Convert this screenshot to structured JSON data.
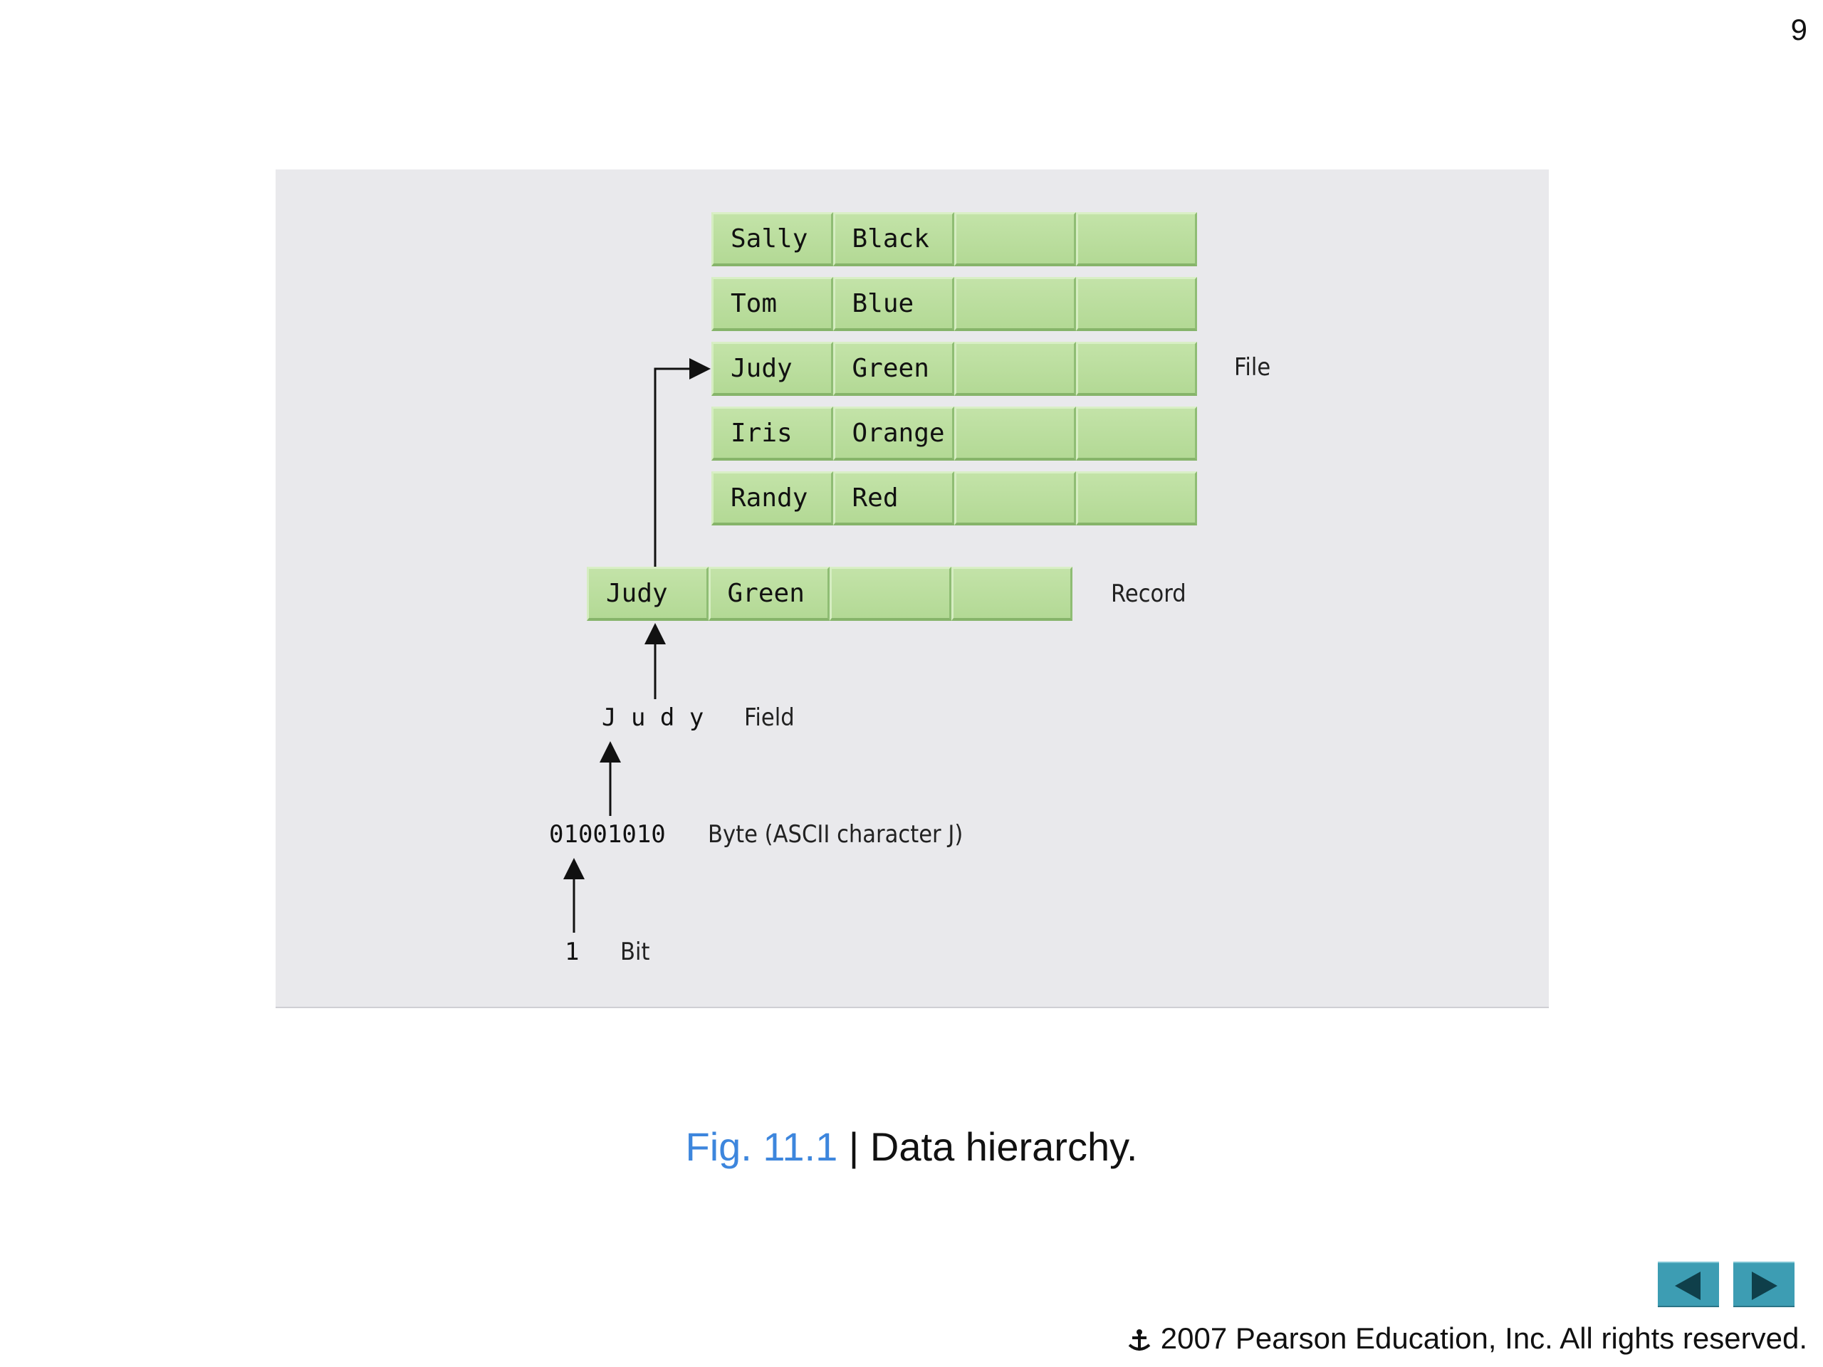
{
  "page_number": "9",
  "file_records": [
    {
      "first": "Sally",
      "last": "Black"
    },
    {
      "first": "Tom",
      "last": "Blue"
    },
    {
      "first": "Judy",
      "last": "Green"
    },
    {
      "first": "Iris",
      "last": "Orange"
    },
    {
      "first": "Randy",
      "last": "Red"
    }
  ],
  "record": {
    "first": "Judy",
    "last": "Green"
  },
  "labels": {
    "file": "File",
    "record": "Record",
    "field": "Field",
    "byte": "Byte (ASCII character J)",
    "bit": "Bit"
  },
  "field_value": "J u d y",
  "byte_value": "01001010",
  "bit_value": "1",
  "caption": {
    "fig": "Fig. 11.1",
    "separator": " | ",
    "text": "Data hierarchy."
  },
  "footer": {
    "text": "2007 Pearson Education, Inc.  All rights reserved.",
    "logo_icon": "pearson-logo-icon"
  },
  "nav": {
    "prev_icon": "triangle-left-icon",
    "next_icon": "triangle-right-icon"
  },
  "colors": {
    "cell_green": "#b9dd9c",
    "panel_gray": "#e9e9ec",
    "fig_blue": "#3d86dd",
    "nav_teal": "#3d9db3"
  }
}
